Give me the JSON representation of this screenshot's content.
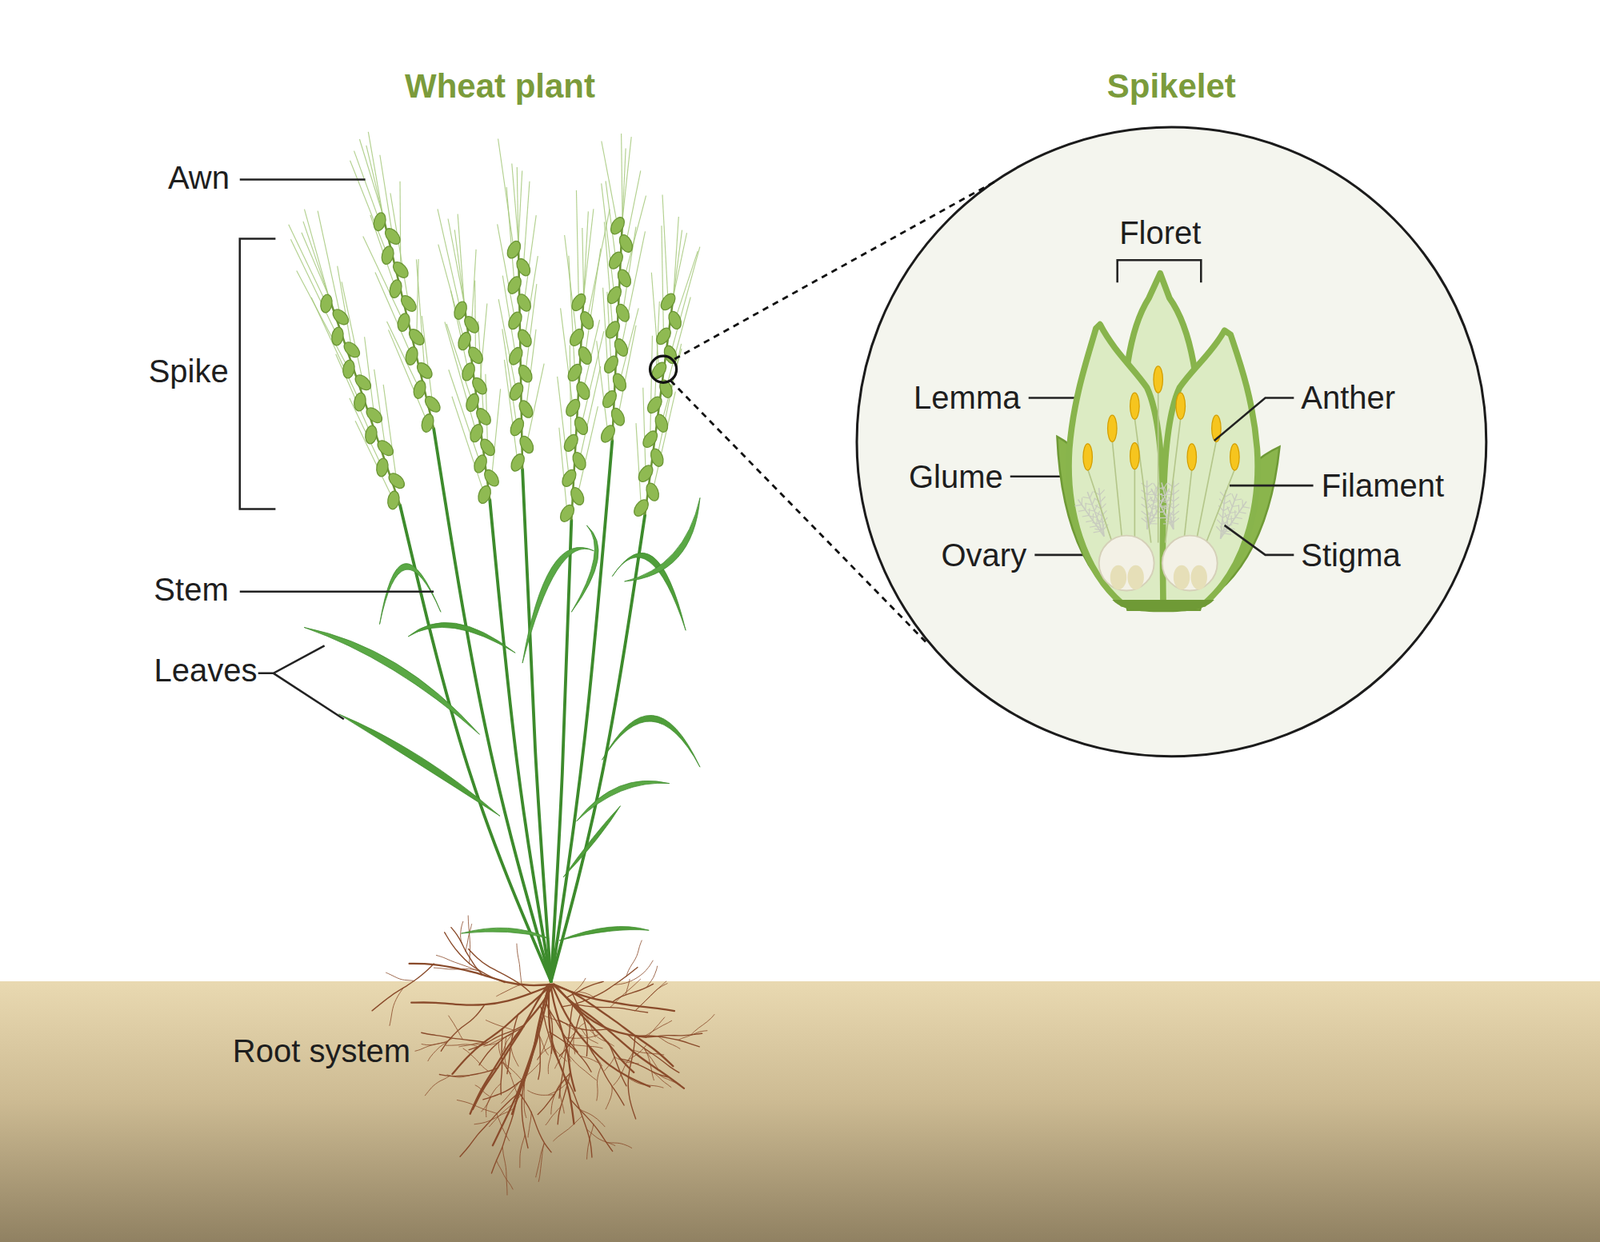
{
  "diagram": {
    "nodes": [
      {
        "text": [
          "Spikelet"
        ]
      },
      {
        "text": [
          "Root system"
        ]
      }
    ],
    "labels": [
      "Wheat plant",
      "Awn",
      "Spike",
      "Stem",
      "Leaves",
      "Floret",
      "Lemma",
      "Anther",
      "Glume",
      "Filament",
      "Ovary",
      "Stigma"
    ]
  }
}
